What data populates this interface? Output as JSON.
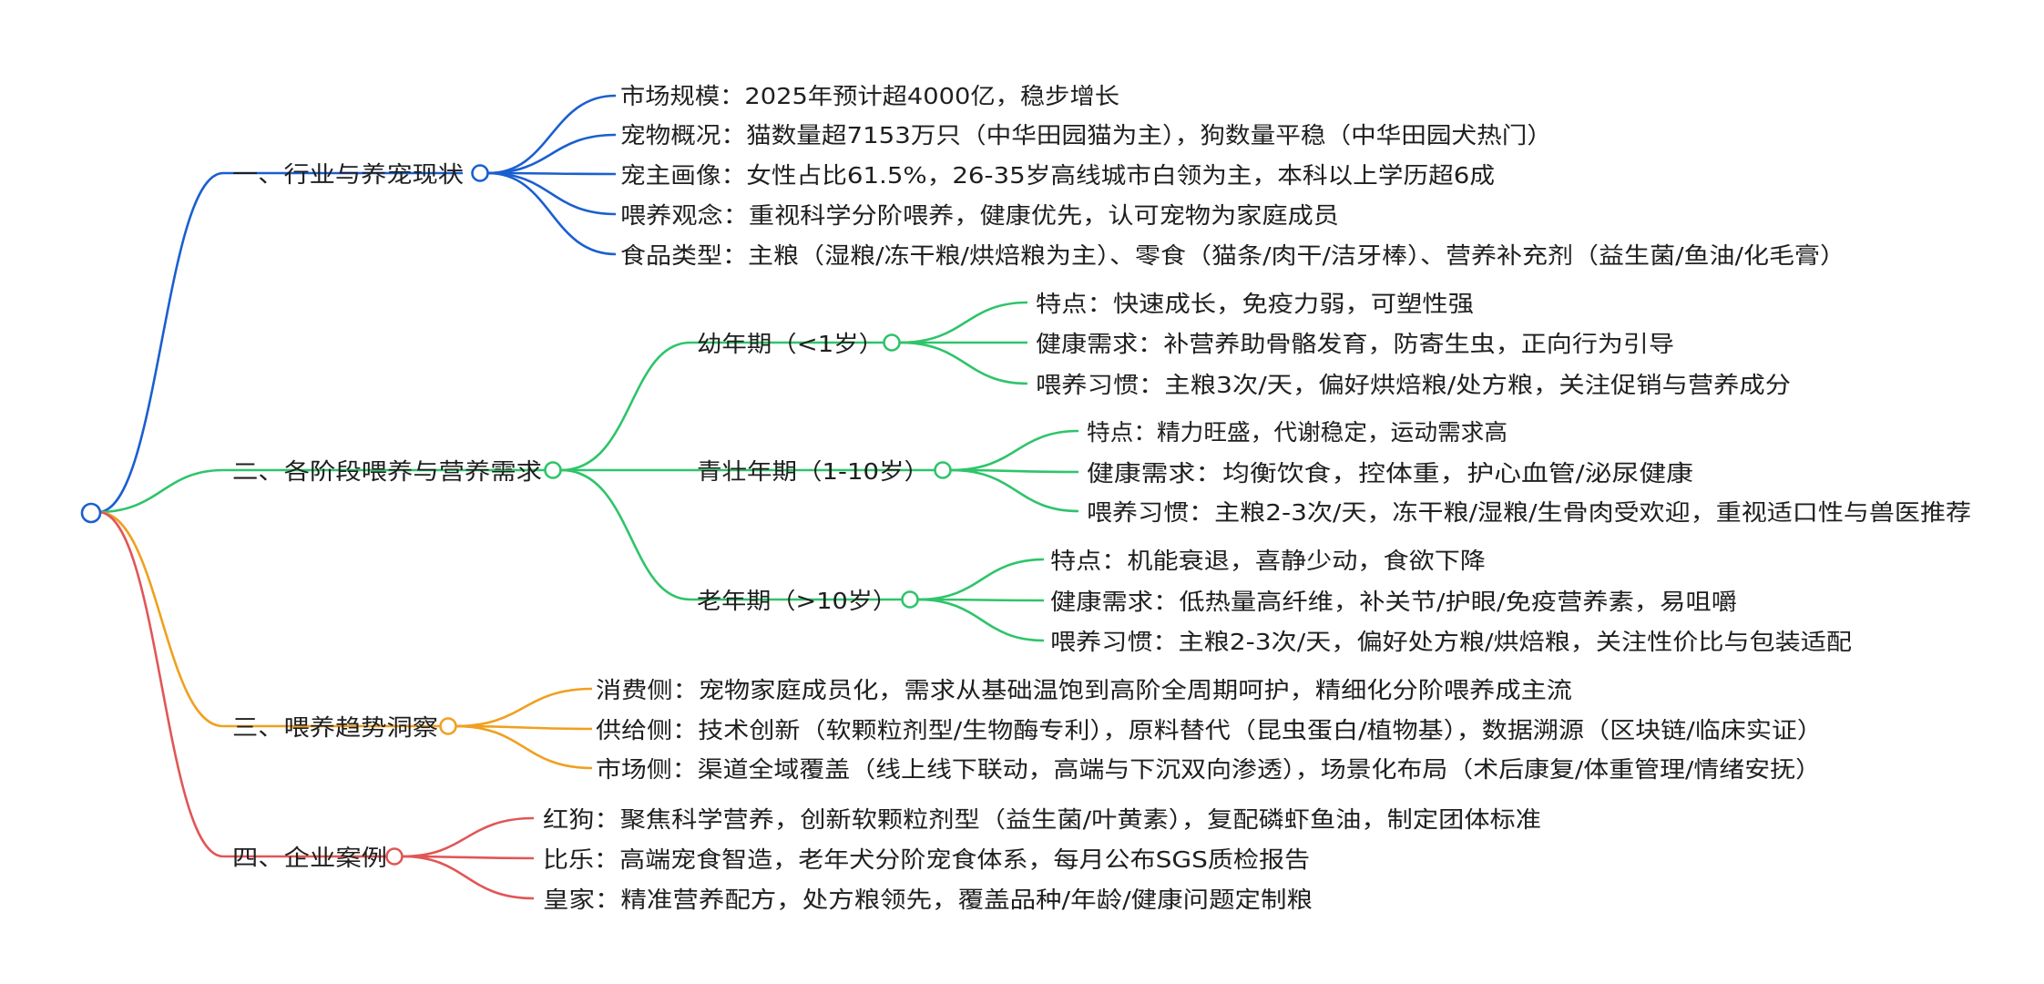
{
  "colors": {
    "root": "#1a5fd0",
    "branch1": "#1a5fd0",
    "branch2": "#2ec46a",
    "branch3": "#f0a01f",
    "branch4": "#e15656",
    "text": "#1f1f1f"
  },
  "branches": [
    {
      "label": "一、行业与养宠现状",
      "items": [
        "市场规模：2025年预计超4000亿，稳步增长",
        "宠物概况：猫数量超7153万只（中华田园猫为主），狗数量平稳（中华田园犬热门）",
        "宠主画像：女性占比61.5%，26-35岁高线城市白领为主，本科以上学历超6成",
        "喂养观念：重视科学分阶喂养，健康优先，认可宠物为家庭成员",
        "食品类型：主粮（湿粮/冻干粮/烘焙粮为主）、零食（猫条/肉干/洁牙棒）、营养补充剂（益生菌/鱼油/化毛膏）"
      ]
    },
    {
      "label": "二、各阶段喂养与营养需求",
      "stages": [
        {
          "label": "幼年期（<1岁）",
          "items": [
            "特点：快速成长，免疫力弱，可塑性强",
            "健康需求：补营养助骨骼发育，防寄生虫，正向行为引导",
            "喂养习惯：主粮3次/天，偏好烘焙粮/处方粮，关注促销与营养成分"
          ]
        },
        {
          "label": "青壮年期（1-10岁）",
          "items": [
            "特点：精力旺盛，代谢稳定，运动需求高",
            "健康需求：均衡饮食，控体重，护心血管/泌尿健康",
            "喂养习惯：主粮2-3次/天，冻干粮/湿粮/生骨肉受欢迎，重视适口性与兽医推荐"
          ]
        },
        {
          "label": "老年期（>10岁）",
          "items": [
            "特点：机能衰退，喜静少动，食欲下降",
            "健康需求：低热量高纤维，补关节/护眼/免疫营养素，易咀嚼",
            "喂养习惯：主粮2-3次/天，偏好处方粮/烘焙粮，关注性价比与包装适配"
          ]
        }
      ]
    },
    {
      "label": "三、喂养趋势洞察",
      "items": [
        "消费侧：宠物家庭成员化，需求从基础温饱到高阶全周期呵护，精细化分阶喂养成主流",
        "供给侧：技术创新（软颗粒剂型/生物酶专利），原料替代（昆虫蛋白/植物基），数据溯源（区块链/临床实证）",
        "市场侧：渠道全域覆盖（线上线下联动，高端与下沉双向渗透），场景化布局（术后康复/体重管理/情绪安抚）"
      ]
    },
    {
      "label": "四、企业案例",
      "items": [
        "红狗：聚焦科学营养，创新软颗粒剂型（益生菌/叶黄素），复配磷虾鱼油，制定团体标准",
        "比乐：高端宠食智造，老年犬分阶宠食体系，每月公布SGS质检报告",
        "皇家：精准营养配方，处方粮领先，覆盖品种/年龄/健康问题定制粮"
      ]
    }
  ]
}
